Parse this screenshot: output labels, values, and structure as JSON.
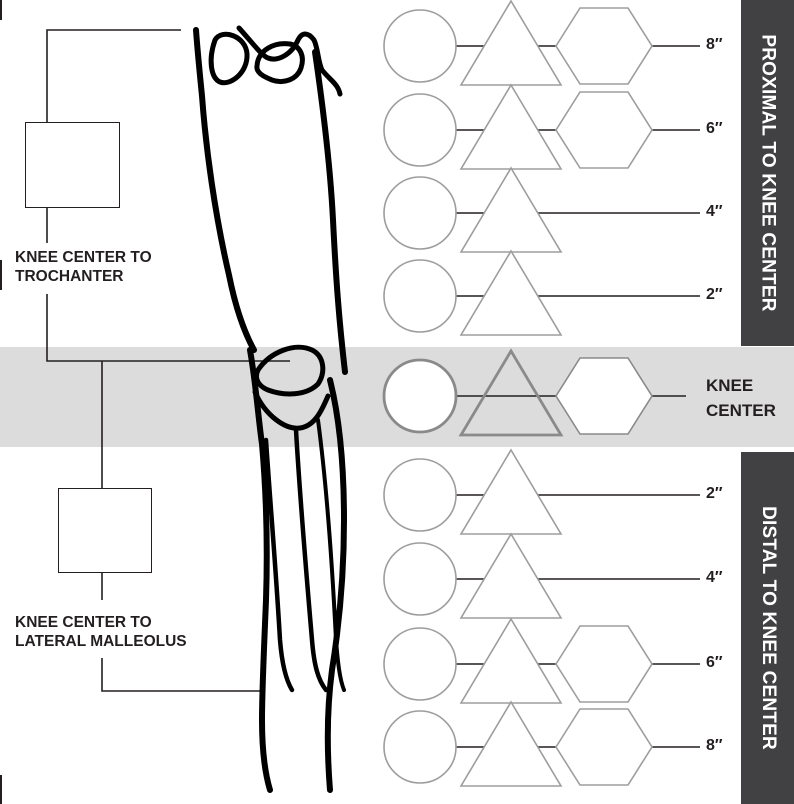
{
  "labels": {
    "proximal_header": "PROXIMAL TO KNEE CENTER",
    "distal_header": "DISTAL TO KNEE CENTER",
    "knee_center_line1": "KNEE",
    "knee_center_line2": "CENTER",
    "thigh_measure": "KNEE CENTER TO\nTROCHANTER",
    "calf_measure": "KNEE CENTER TO\nLATERAL MALLEOLUS"
  },
  "rows": [
    {
      "label": "8″",
      "shapes": [
        "circle",
        "triangle",
        "hexagon"
      ]
    },
    {
      "label": "6″",
      "shapes": [
        "circle",
        "triangle",
        "hexagon"
      ]
    },
    {
      "label": "4″",
      "shapes": [
        "circle",
        "triangle"
      ]
    },
    {
      "label": "2″",
      "shapes": [
        "circle",
        "triangle"
      ]
    },
    {
      "label": "",
      "shapes": [
        "circle",
        "triangle",
        "hexagon"
      ],
      "knee_center": true
    },
    {
      "label": "2″",
      "shapes": [
        "circle",
        "triangle"
      ]
    },
    {
      "label": "4″",
      "shapes": [
        "circle",
        "triangle"
      ]
    },
    {
      "label": "6″",
      "shapes": [
        "circle",
        "triangle",
        "hexagon"
      ]
    },
    {
      "label": "8″",
      "shapes": [
        "circle",
        "triangle",
        "hexagon"
      ]
    }
  ],
  "colors": {
    "shape_stroke": "#9d9d9d",
    "knee_shape_stroke": "#8a8a8a",
    "band": "#dcdcdc",
    "side_bar": "#414042",
    "ink": "#231f20"
  }
}
